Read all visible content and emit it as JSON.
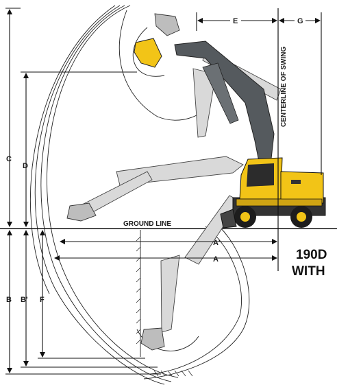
{
  "labels": {
    "dim_a": "A",
    "dim_a_prime": "A'",
    "dim_b": "B",
    "dim_b_prime": "B'",
    "dim_c": "C",
    "dim_d": "D",
    "dim_e": "E",
    "dim_f": "F",
    "dim_g": "G",
    "ground_line": "GROUND LINE",
    "centerline": "CENTERLINE OF SWING",
    "title_line1": "190D",
    "title_line2": "WITH"
  },
  "colors": {
    "machine_yellow": "#f2c417",
    "boom_dark": "#555a5e",
    "ghost_gray": "#d9d9d9",
    "line": "#111111"
  }
}
